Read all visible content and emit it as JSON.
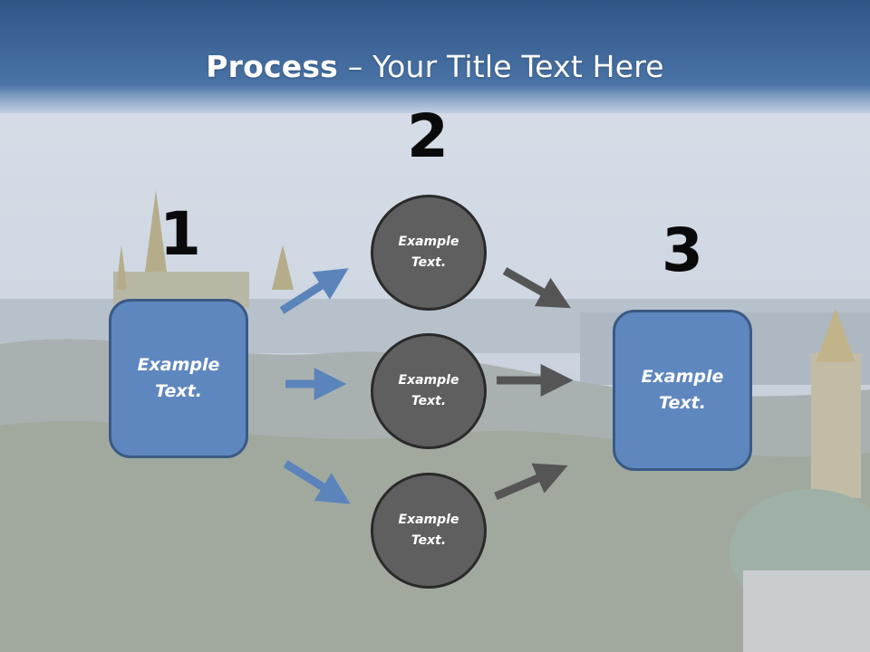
{
  "title": {
    "bold": "Process",
    "rest": " – Your Title Text Here"
  },
  "steps": {
    "one": "1",
    "two": "2",
    "three": "3"
  },
  "boxes": {
    "left": "Example Text.",
    "right": "Example Text."
  },
  "circles": {
    "top": "Example Text.",
    "middle": "Example Text.",
    "bottom": "Example Text."
  },
  "colors": {
    "title_band": "#3d6496",
    "box_fill": "#5f87bf",
    "circle_fill": "#5f5f5f",
    "blue_arrow": "#5b84bb",
    "gray_arrow": "#555555"
  }
}
